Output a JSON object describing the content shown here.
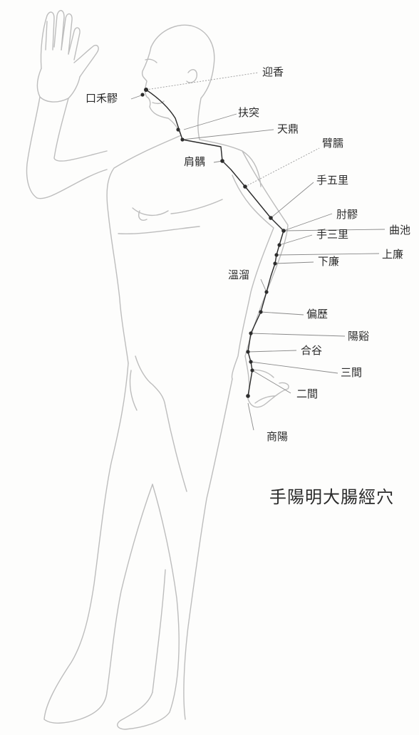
{
  "title": "手陽明大腸經穴",
  "points": {
    "yingxiang": "迎香",
    "kouheliao": "口禾髎",
    "futu": "扶突",
    "tianding": "天鼎",
    "binao": "臂臑",
    "jianyu": "肩髃",
    "shouwuli": "手五里",
    "zhouliao": "肘髎",
    "quchi": "曲池",
    "shousanli": "手三里",
    "shanglian": "上廉",
    "xialian": "下廉",
    "wenliu": "溫溜",
    "pianli": "偏歷",
    "yangxi": "陽谿",
    "hegu": "合谷",
    "sanjian": "三間",
    "erjian": "二間",
    "shangyang": "商陽"
  }
}
